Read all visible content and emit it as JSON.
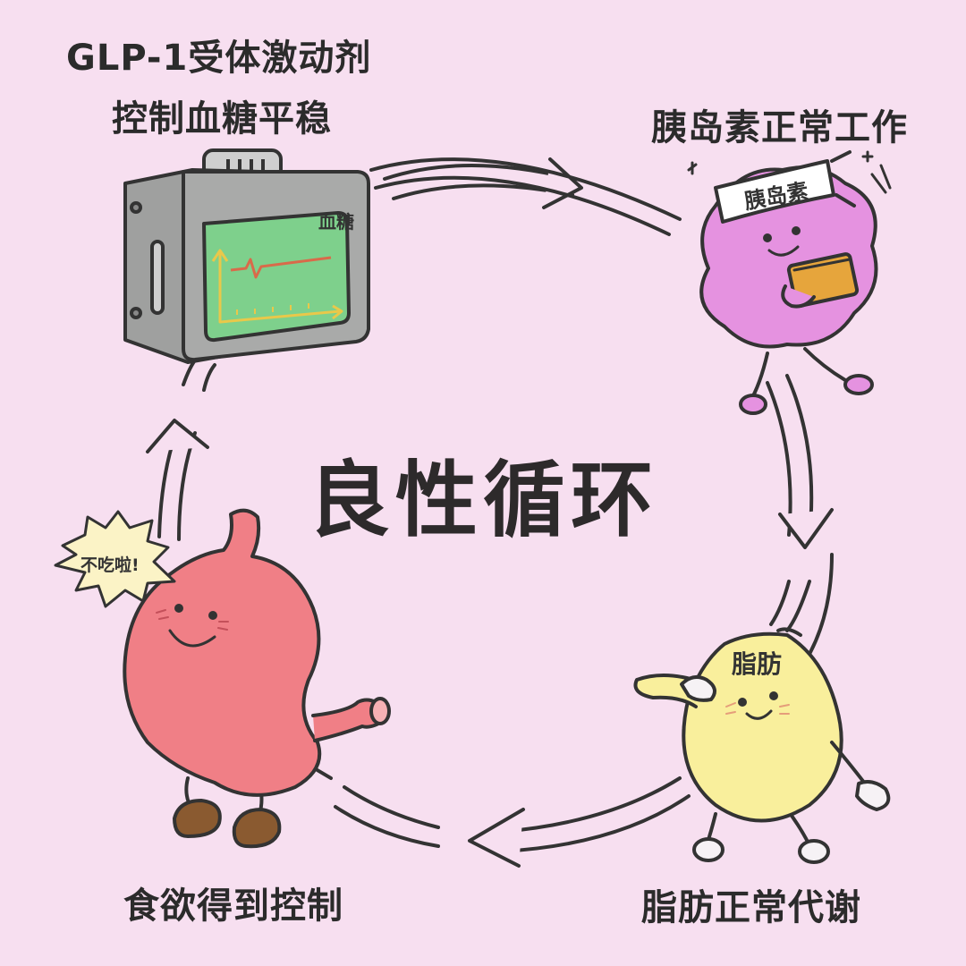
{
  "center_title": "良性循环",
  "stages": {
    "glp1": {
      "line1": "GLP-1受体激动剂",
      "line2": "控制血糖平稳",
      "screen_label": "血糖"
    },
    "insulin": {
      "label": "胰岛素正常工作",
      "headband": "胰岛素"
    },
    "fat": {
      "label": "脂肪正常代谢",
      "tag": "脂肪"
    },
    "stomach": {
      "label": "食欲得到控制",
      "speech": "不吃啦!"
    }
  },
  "colors": {
    "background": "#f7dff0",
    "monitor_body": "#a9aaa9",
    "monitor_screen": "#7ed08c",
    "pancreas": "#e592e0",
    "fat": "#f9ef9c",
    "stomach": "#f07f86",
    "arrow": "#333333"
  }
}
